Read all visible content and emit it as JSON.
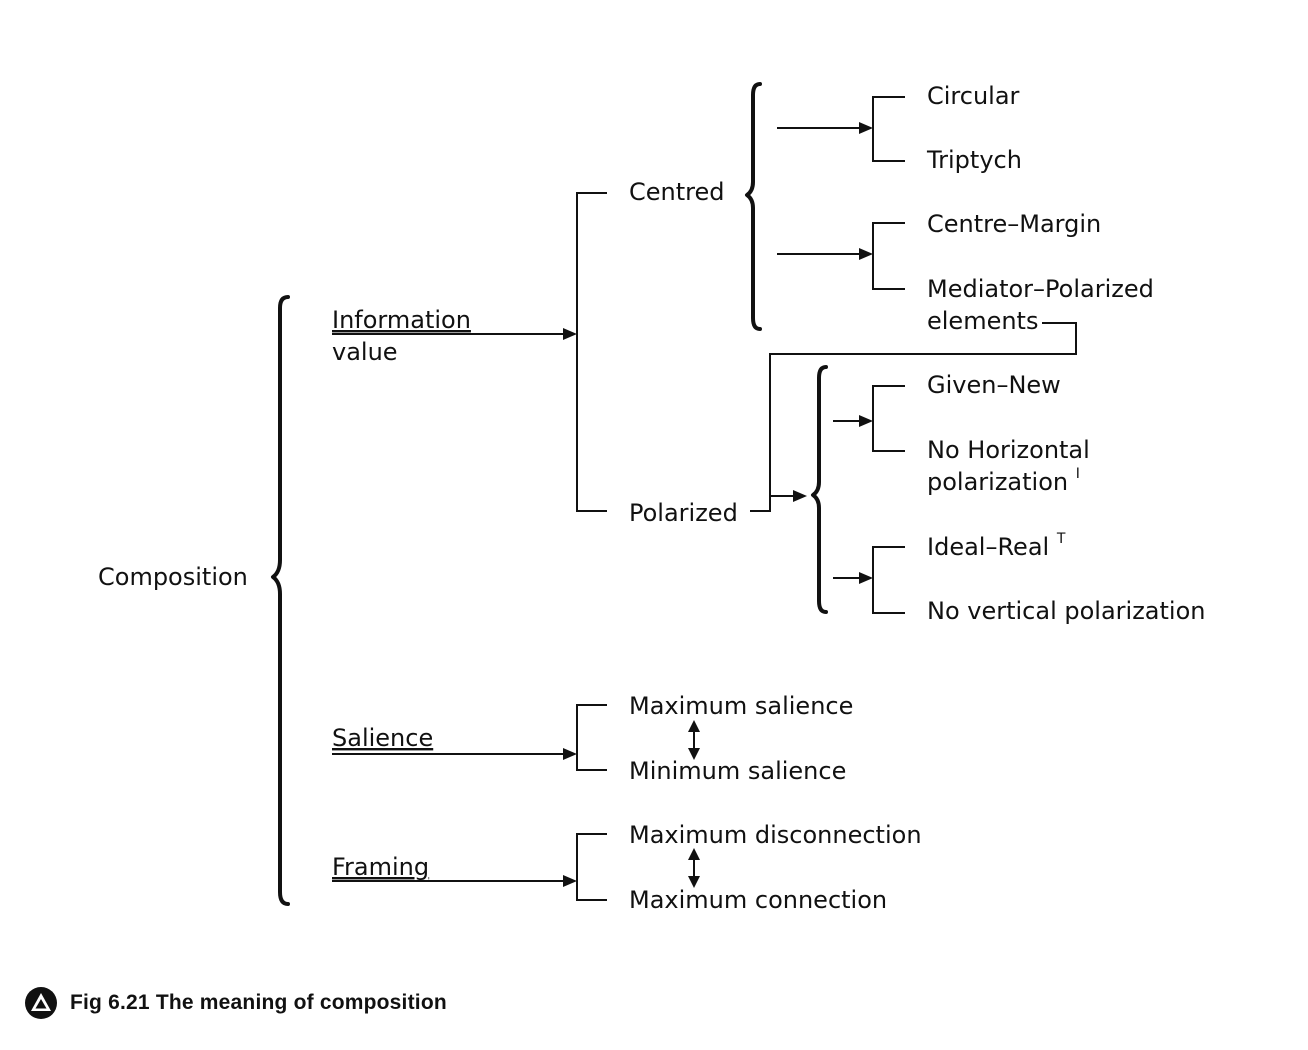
{
  "root": "Composition",
  "branches": {
    "information_value": {
      "line1": "Information",
      "line2": "value"
    },
    "salience": "Salience",
    "framing": "Framing"
  },
  "information_value_options": {
    "centred": "Centred",
    "polarized": "Polarized"
  },
  "centred_options": {
    "circular": "Circular",
    "triptych": "Triptych",
    "centre_margin": "Centre–Margin",
    "mediator_line1": "Mediator–Polarized",
    "mediator_line2": "elements"
  },
  "polarized_options": {
    "given_new": "Given–New",
    "no_horizontal_line1": "No Horizontal",
    "no_horizontal_line2": "polarization",
    "no_horizontal_sup": "I",
    "ideal_real": "Ideal–Real",
    "ideal_real_sup": "T",
    "no_vertical": "No vertical polarization"
  },
  "salience_options": {
    "maximum": "Maximum salience",
    "minimum": "Minimum salience"
  },
  "framing_options": {
    "maximum_disconnection": "Maximum disconnection",
    "maximum_connection": "Maximum connection"
  },
  "caption": {
    "icon": "triangle-in-circle-icon",
    "text": "Fig 6.21  The meaning of composition"
  }
}
